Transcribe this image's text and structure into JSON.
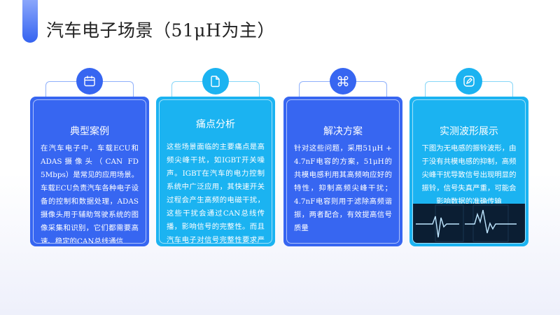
{
  "header": {
    "title": "汽车电子场景（51μH为主）"
  },
  "cards": [
    {
      "icon": "calendar-icon",
      "title": "典型案例",
      "body": "在汽车电子中，车载ECU和ADAS摄像头（CAN FD 5Mbps）是常见的应用场景。车载ECU负责汽车各种电子设备的控制和数据处理，ADAS摄像头用于辅助驾驶系统的图像采集和识别，它们都需要高速、稳定的CAN总线通信"
    },
    {
      "icon": "document-icon",
      "title": "痛点分析",
      "body": "这些场景面临的主要痛点是高频尖峰干扰，如IGBT开关噪声。IGBT在汽车的电力控制系统中广泛应用，其快速开关过程会产生高频的电磁干扰，这些干扰会通过CAN总线传播，影响信号的完整性。而且汽车电子对信号完整性要求严苛"
    },
    {
      "icon": "command-icon",
      "title": "解决方案",
      "body": "针对这些问题，采用51μH + 4.7nF电容的方案，51μH的共模电感利用其高频响应好的特性，抑制高频尖峰干扰；4.7nF电容则用于滤除高频谐振，两者配合，有效提高信号质量"
    },
    {
      "icon": "edit-icon",
      "title": "实测波形展示",
      "body": "下图为无电感的振铃波形，由于没有共模电感的抑制，高频尖峰干扰导致信号出现明显的振铃，信号失真严重，可能会影响数据的准确传输"
    }
  ],
  "colors": {
    "blue": "#3766f1",
    "cyan": "#1bb3f1"
  }
}
